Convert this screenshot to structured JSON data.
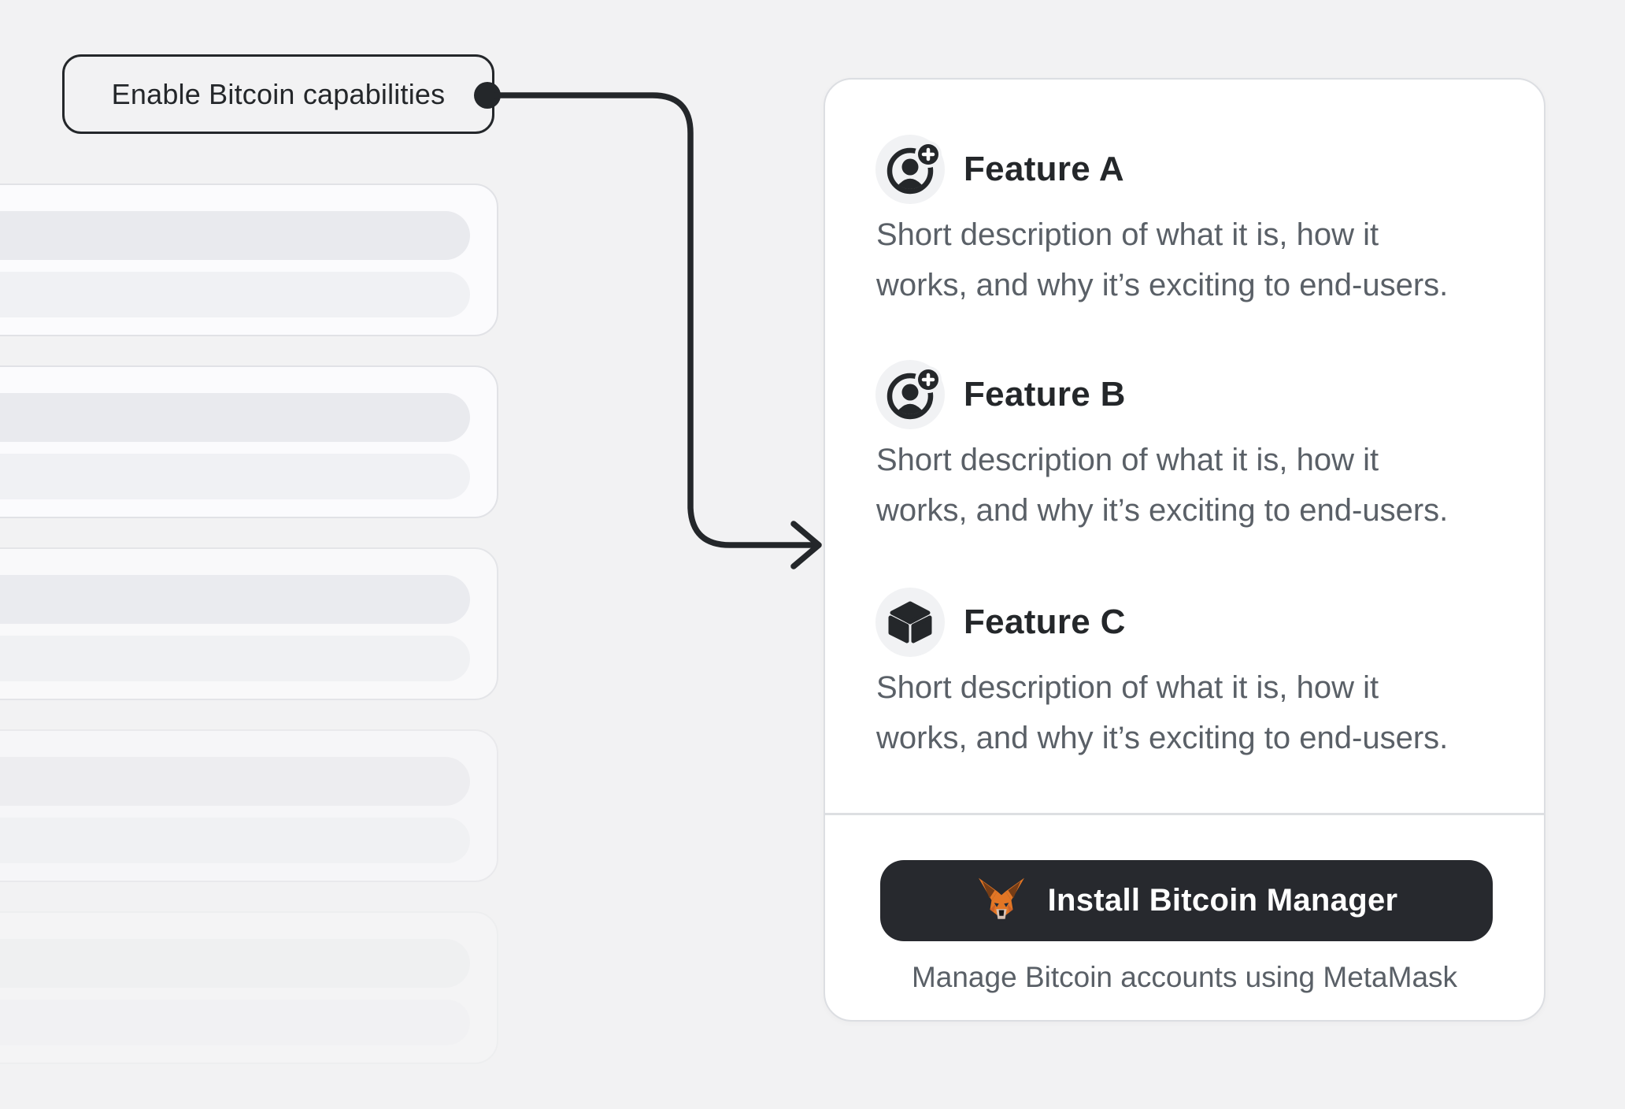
{
  "callout": {
    "label": "Enable Bitcoin capabilities"
  },
  "connector": {
    "style": "elbow-arrow-with-dot",
    "color": "#24272a"
  },
  "skeleton_panel": {
    "card_count": 5
  },
  "features_card": {
    "features": [
      {
        "icon": "user-plus-icon",
        "title": "Feature A",
        "description_lines": [
          "Short description of what it is, how it",
          "works, and why it’s exciting to end-users."
        ]
      },
      {
        "icon": "user-plus-icon",
        "title": "Feature B",
        "description_lines": [
          "Short description of what it is, how it",
          "works, and why it’s exciting to end-users."
        ]
      },
      {
        "icon": "cube-icon",
        "title": "Feature C",
        "description_lines": [
          "Short description of what it is, how it",
          "works, and why it’s exciting to end-users."
        ]
      }
    ],
    "footer": {
      "button_icon": "metamask-fox-icon",
      "button_label": "Install Bitcoin Manager",
      "caption": "Manage Bitcoin accounts using MetaMask"
    }
  },
  "colors": {
    "page_bg": "#f2f2f3",
    "ink": "#24272a",
    "muted_text": "#5a6067",
    "card_bg": "#ffffff",
    "card_border": "#dcdee2",
    "icon_chip_bg": "#f1f2f4",
    "button_bg": "#27292e",
    "button_text": "#ffffff",
    "divider": "#dddfe2",
    "metamask_orange": "#e27625"
  }
}
